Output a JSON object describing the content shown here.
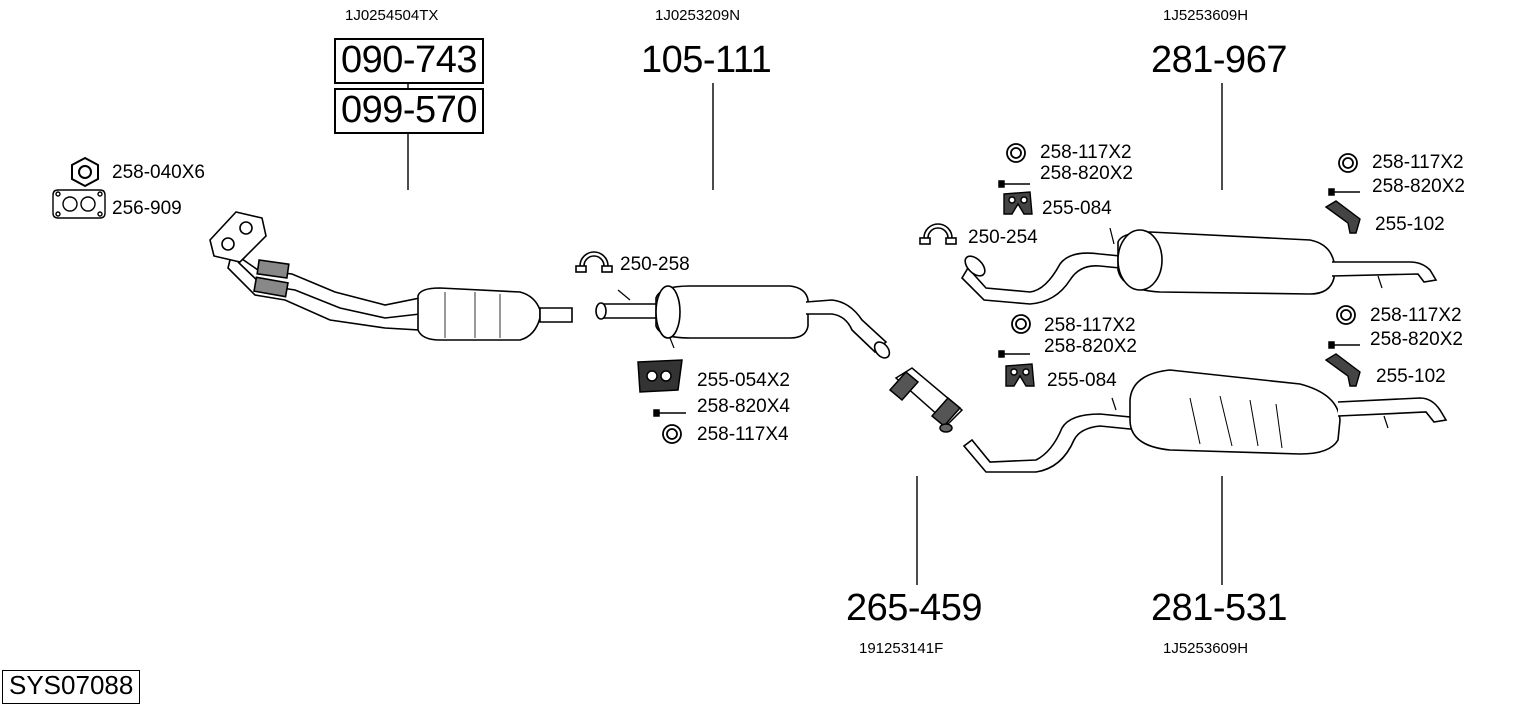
{
  "system_code": "SYS07088",
  "groups": {
    "front": {
      "oem": "1J0254504TX",
      "parts": [
        "090-743",
        "099-570"
      ],
      "accessories": [
        "258-040X6",
        "256-909"
      ]
    },
    "middle": {
      "oem": "1J0253209N",
      "part": "105-111",
      "accessories": [
        "250-258",
        "255-054X2",
        "258-820X4",
        "258-117X4"
      ]
    },
    "connector": {
      "oem": "191253141F",
      "part": "265-459"
    },
    "rear_top": {
      "oem": "1J5253609H",
      "part": "281-967",
      "accessories_left": [
        "258-117X2",
        "258-820X2",
        "255-084",
        "250-254"
      ],
      "accessories_right": [
        "258-117X2",
        "258-820X2",
        "255-102"
      ]
    },
    "rear_bottom": {
      "oem": "1J5253609H",
      "part": "281-531",
      "accessories_left": [
        "258-117X2",
        "258-820X2",
        "255-084"
      ],
      "accessories_right": [
        "258-117X2",
        "258-820X2",
        "255-102"
      ]
    }
  }
}
